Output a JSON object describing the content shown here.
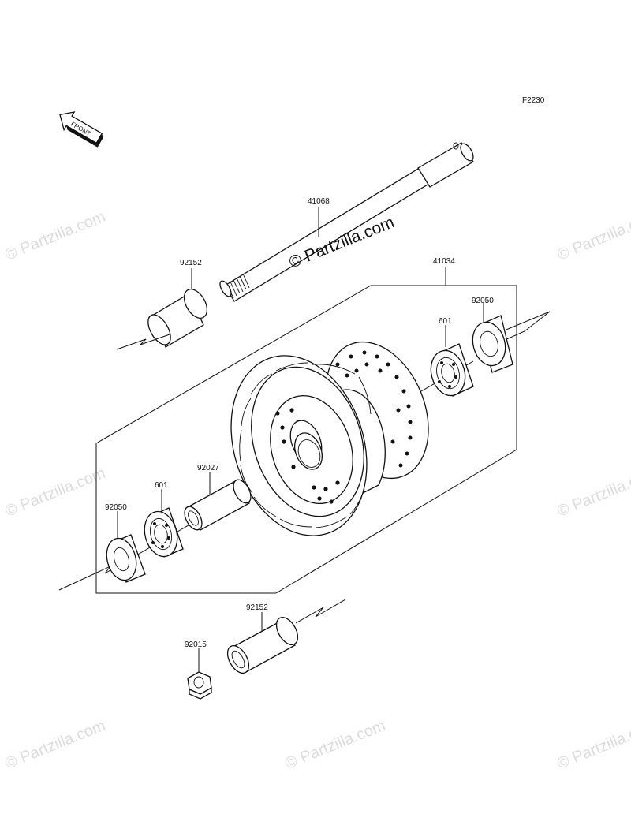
{
  "diagram": {
    "code": "F2230",
    "front_label": "FRONT",
    "part_labels": {
      "axle": "41068",
      "hub": "41034",
      "collar_left": "92152",
      "collar_right": "92152",
      "seal_right": "92050",
      "seal_left": "92050",
      "bearing_right": "601",
      "bearing_left": "601",
      "spacer": "92027",
      "nut": "92015"
    },
    "watermark_main": "© Partzilla.com",
    "watermark_faint": "© Partzilla.com"
  }
}
